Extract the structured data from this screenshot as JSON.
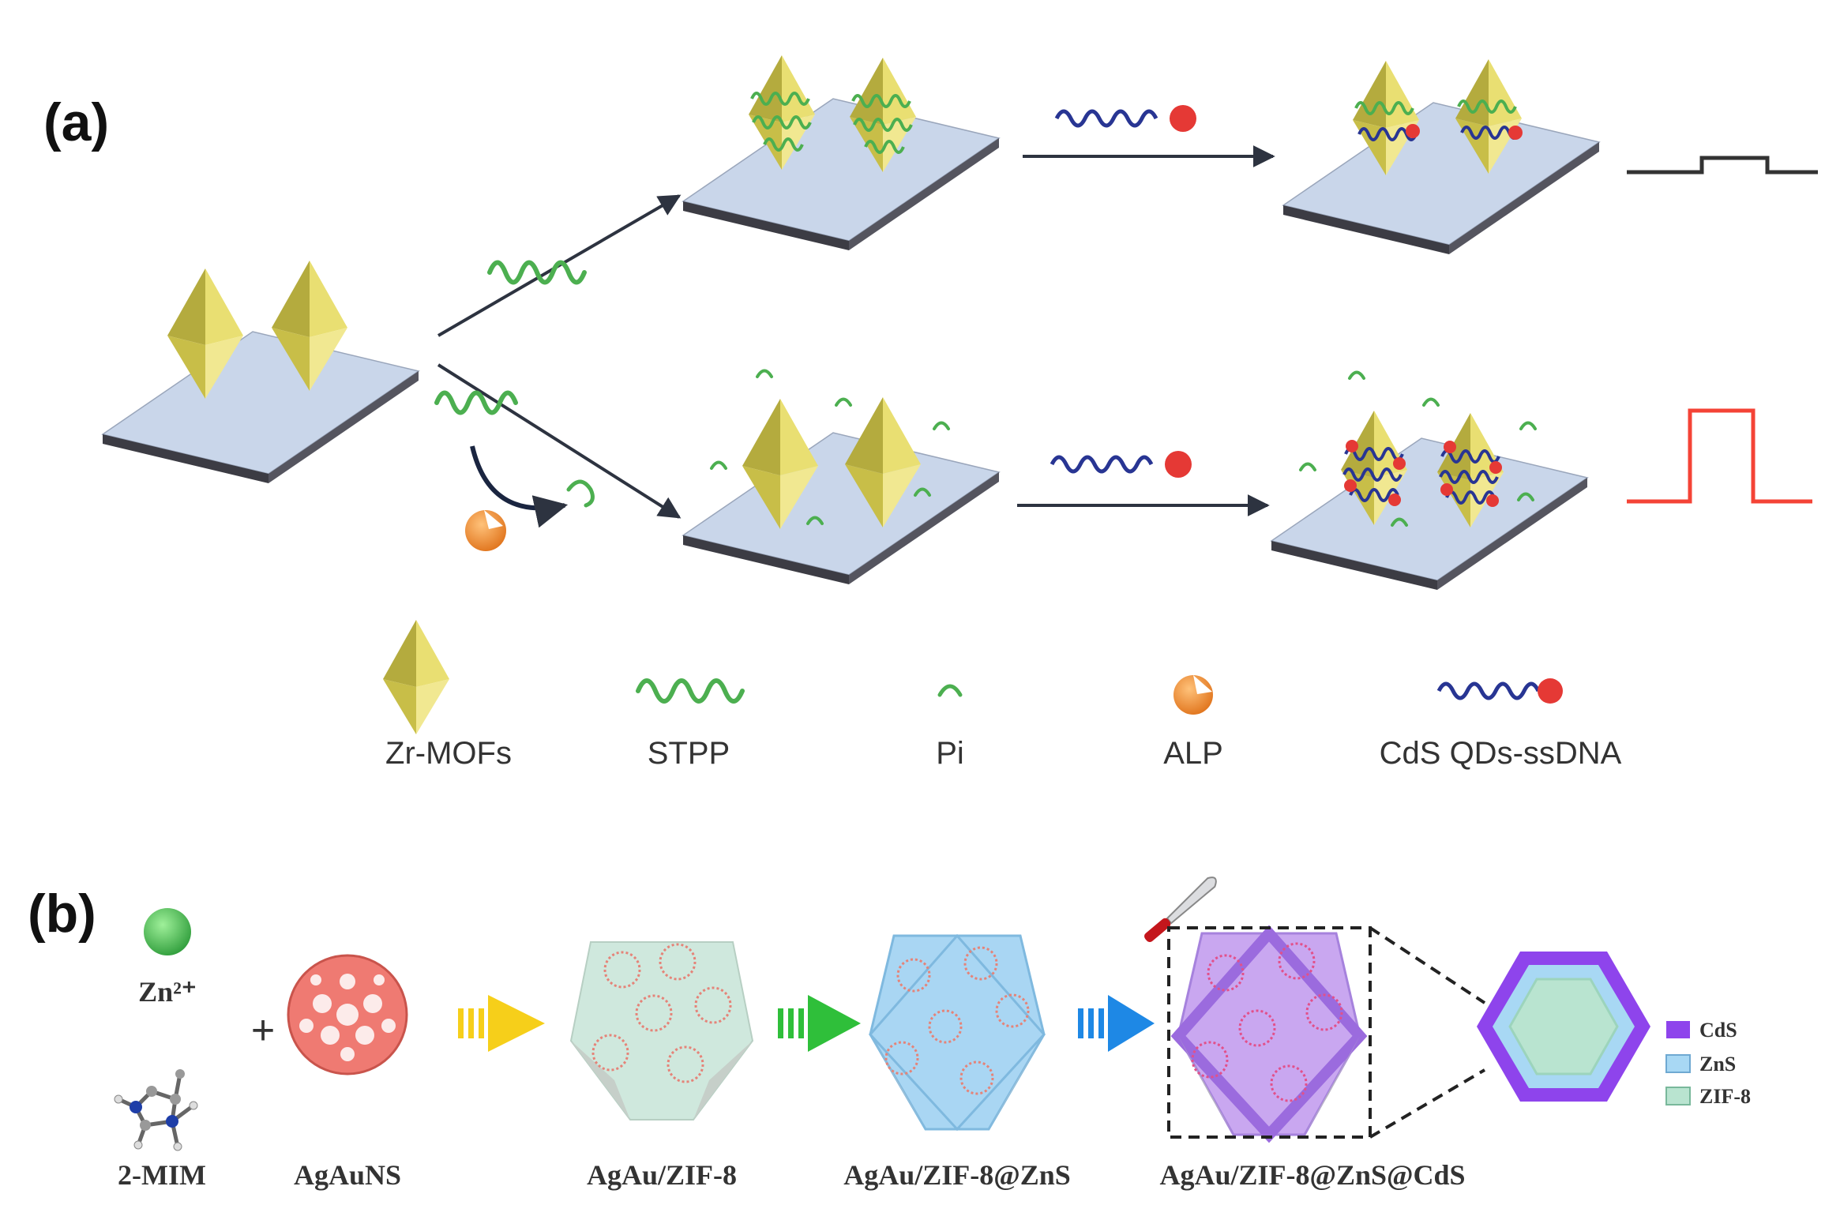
{
  "panel_labels": {
    "a": "(a)",
    "b": "(b)"
  },
  "legend_a": {
    "zr_mofs": "Zr-MOFs",
    "stpp": "STPP",
    "pi": "Pi",
    "alp": "ALP",
    "cds_qds_ssdna": "CdS QDs-ssDNA"
  },
  "panel_b": {
    "zn_ion": "Zn²⁺",
    "plus": "+",
    "mim": "2-MIM",
    "agauns": "AgAuNS",
    "agau_zif8": "AgAu/ZIF-8",
    "agau_zif8_zns": "AgAu/ZIF-8@ZnS",
    "agau_zif8_zns_cds": "AgAu/ZIF-8@ZnS@CdS"
  },
  "shell_legend": {
    "cds": "CdS",
    "zns": "ZnS",
    "zif8": "ZIF-8"
  },
  "colors": {
    "mof_yellow": "#d8cf5a",
    "stpp_green": "#4caf50",
    "electrode_top": "#c9d6ea",
    "electrode_edge": "#3c3c44",
    "ssdna_blue": "#283593",
    "qd_red": "#e53935",
    "alp_orange": "#f0892c",
    "signal_low": "#333333",
    "signal_high": "#f44336",
    "cds_purple": "#8e44ec",
    "zns_blue": "#a8d8f4",
    "zif8_green": "#b9e4d0",
    "zn_green": "#3db84a",
    "agauns_salmon": "#ef7a72",
    "arrow_yellow": "#f6cf1a",
    "arrow_green": "#2fbf3a",
    "arrow_blue": "#1e88e5"
  }
}
